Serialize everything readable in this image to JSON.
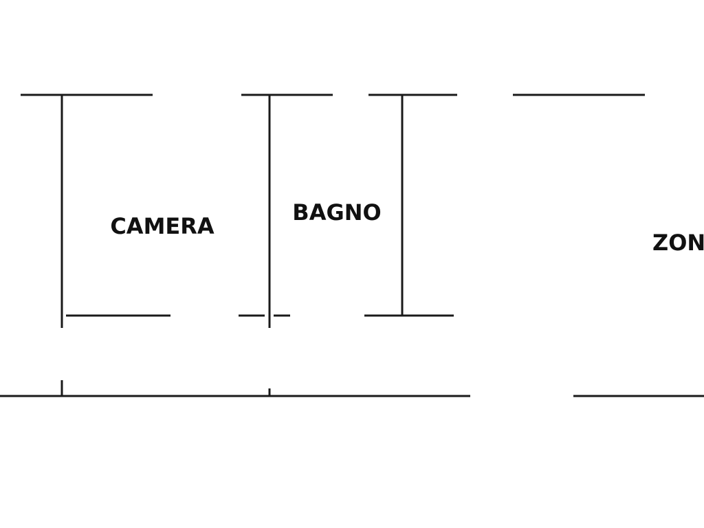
{
  "floorplan": {
    "rooms": [
      {
        "id": "camera",
        "label": "CAMERA"
      },
      {
        "id": "bagno",
        "label": "BAGNO"
      },
      {
        "id": "zona",
        "label": "ZON"
      }
    ]
  }
}
